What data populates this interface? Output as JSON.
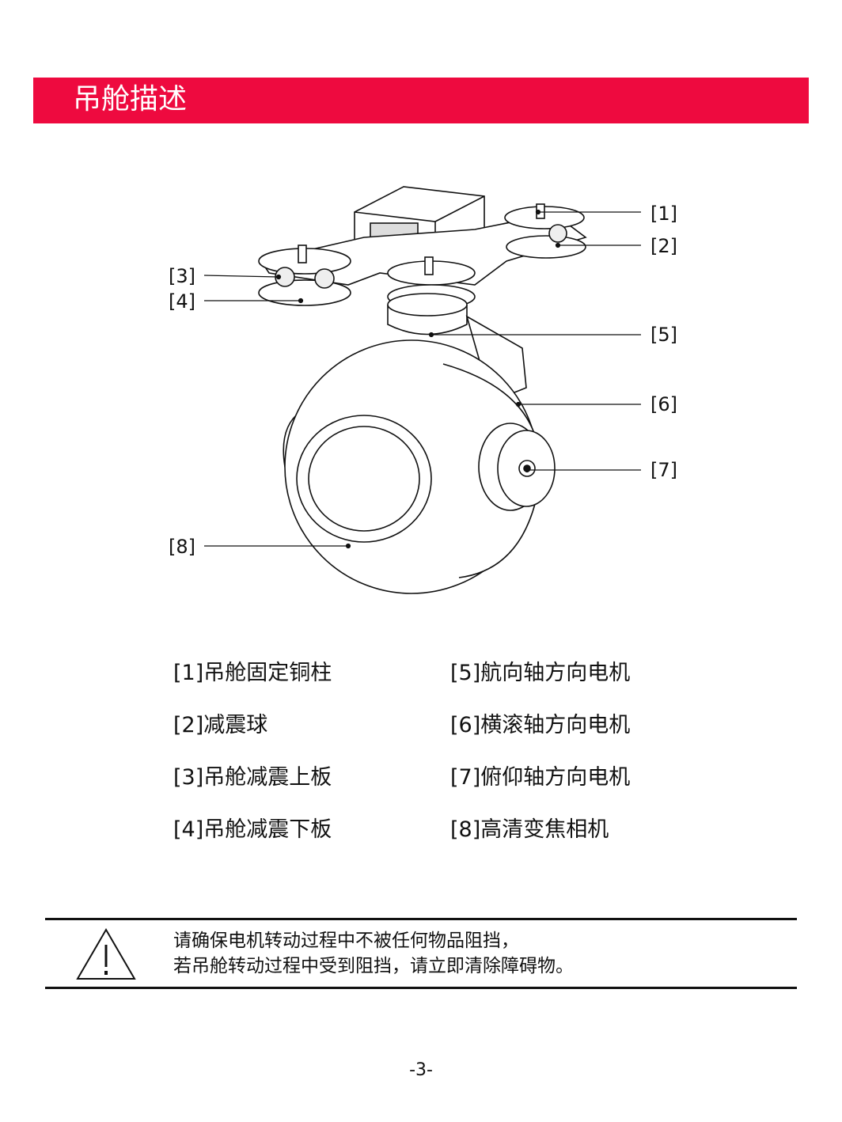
{
  "header": {
    "title": "吊舱描述",
    "color": "#ee0a3f"
  },
  "callouts": [
    "[1]",
    "[2]",
    "[3]",
    "[4]",
    "[5]",
    "[6]",
    "[7]",
    "[8]"
  ],
  "legend": {
    "left": [
      "[1]吊舱固定铜柱",
      "[2]减震球",
      "[3]吊舱减震上板",
      "[4]吊舱减震下板"
    ],
    "right": [
      "[5]航向轴方向电机",
      "[6]横滚轴方向电机",
      "[7]俯仰轴方向电机",
      "[8]高清变焦相机"
    ]
  },
  "warning": {
    "icon": "warning-triangle-icon",
    "lines": [
      "请确保电机转动过程中不被任何物品阻挡，",
      "若吊舱转动过程中受到阻挡，请立即清除障碍物。"
    ]
  },
  "page_number": "-3-"
}
